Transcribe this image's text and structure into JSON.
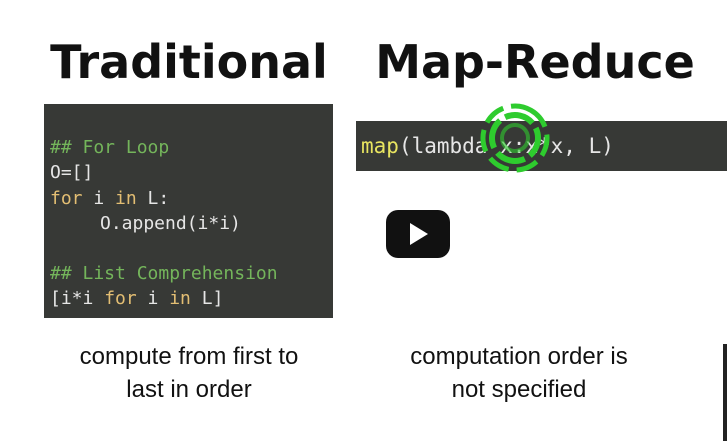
{
  "headings": {
    "left": "Traditional",
    "right": "Map-Reduce"
  },
  "code_left": {
    "comment1": "## For Loop",
    "line_init": "O=[]",
    "kw_for": "for",
    "loop_var": " i ",
    "kw_in": "in",
    "loop_iter": " L:",
    "line_append": "O.append(i*i)",
    "comment2": "## List Comprehension",
    "lc_open": "[i*i ",
    "lc_for": "for",
    "lc_var": " i ",
    "lc_in": "in",
    "lc_close": " L]"
  },
  "code_right": {
    "func": "map",
    "rest": "(lambda x:x*x, L)"
  },
  "captions": {
    "left_line1": "compute from first to",
    "left_line2": "last in order",
    "right_line1": "computation order is",
    "right_line2": "not specified"
  },
  "colors": {
    "code_background": "#373936",
    "comment": "#74b55b",
    "keyword": "#e3be73",
    "function": "#e8e560",
    "target": "#2ecc2e"
  },
  "icons": {
    "play": "play-icon",
    "target": "crosshair-target-icon"
  }
}
